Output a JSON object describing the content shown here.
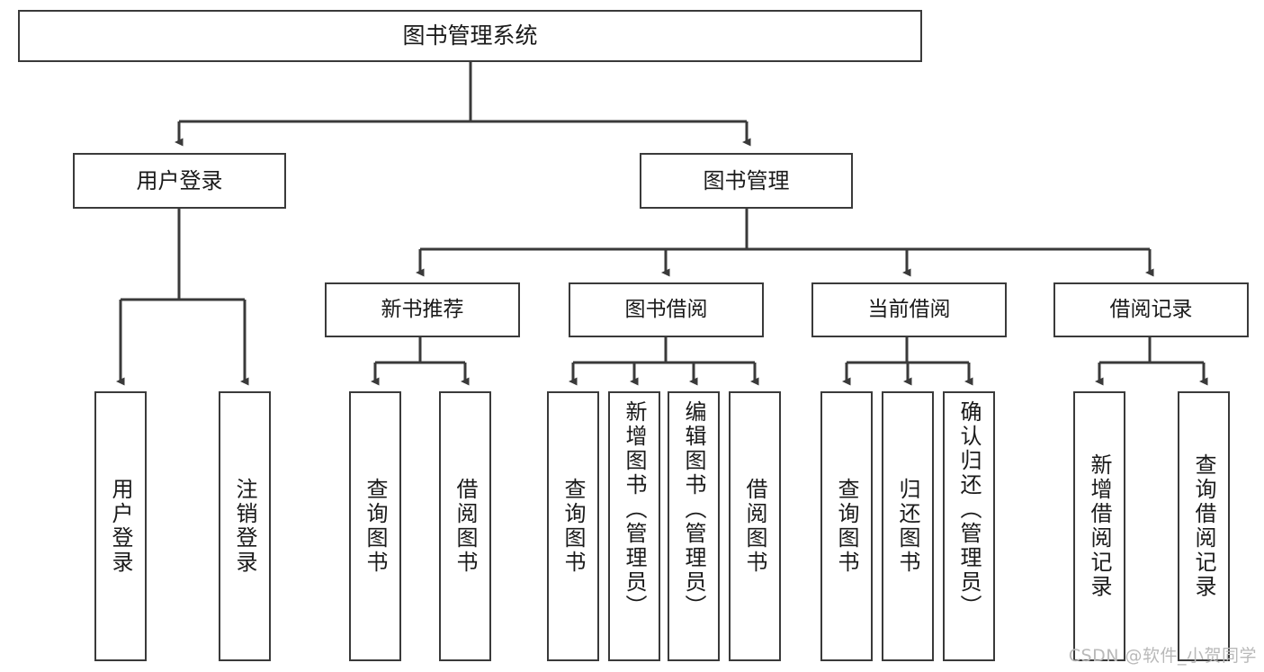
{
  "diagram": {
    "type": "tree-hierarchy",
    "title": "图书管理系统",
    "watermark": "CSDN @软件_小贺同学",
    "colors": {
      "box_border": "#3a3a3a",
      "box_fill": "#ffffff",
      "edge": "#3a3a3a",
      "text": "#1a1a1a",
      "watermark": "#b9b9b9",
      "background": "#ffffff"
    },
    "root": {
      "label": "图书管理系统"
    },
    "level2": [
      {
        "label": "用户登录"
      },
      {
        "label": "图书管理"
      }
    ],
    "level3": [
      {
        "label": "新书推荐"
      },
      {
        "label": "图书借阅"
      },
      {
        "label": "当前借阅"
      },
      {
        "label": "借阅记录"
      }
    ],
    "leaves": {
      "user_login": [
        {
          "label": "用户登录"
        },
        {
          "label": "注销登录"
        }
      ],
      "new_book_recommend": [
        {
          "label": "查询图书"
        },
        {
          "label": "借阅图书"
        }
      ],
      "book_borrow": [
        {
          "label": "查询图书"
        },
        {
          "label": "新增图书（管理员）"
        },
        {
          "label": "编辑图书（管理员）"
        },
        {
          "label": "借阅图书"
        }
      ],
      "current_borrow": [
        {
          "label": "查询图书"
        },
        {
          "label": "归还图书"
        },
        {
          "label": "确认归还（管理员）"
        }
      ],
      "borrow_record": [
        {
          "label": "新增借阅记录"
        },
        {
          "label": "查询借阅记录"
        }
      ]
    }
  }
}
